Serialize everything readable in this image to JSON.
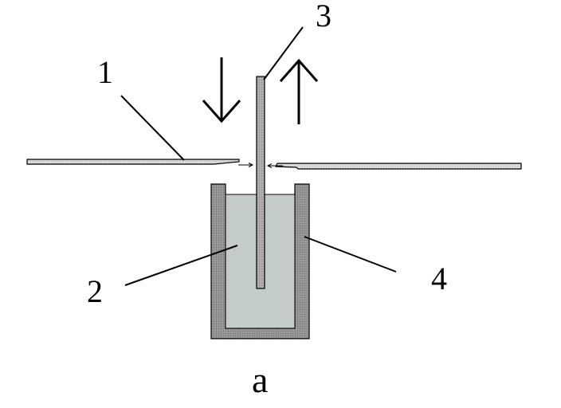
{
  "labels": {
    "one": "1",
    "two": "2",
    "three": "3",
    "four": "4",
    "caption": "a"
  },
  "colors": {
    "background": "#ffffff",
    "line": "#000000",
    "container_wall": "#8c8c8c",
    "liquid": "#c6cccc",
    "sample_strip": "#a8a8a8",
    "plate": "#d4d4d4"
  }
}
